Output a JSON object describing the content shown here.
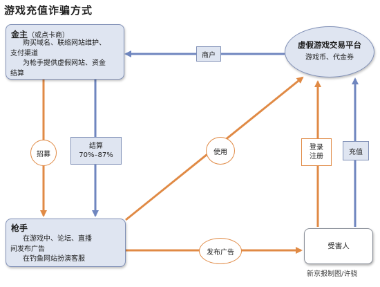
{
  "title": "游戏充值诈骗方式",
  "nodes": {
    "jinzhu": {
      "head": "金主",
      "head_note": "（或点卡商）",
      "lines": [
        "购买域名、联络网站维护、",
        "支付渠道",
        "为枪手提供虚假网站、资金",
        "结算"
      ]
    },
    "platform": {
      "head": "虚假游戏交易平台",
      "sub": "游戏币、代金券"
    },
    "qiangshou": {
      "head": "枪手",
      "lines": [
        "在游戏中、论坛、直播",
        "间发布广告",
        "在钓鱼网站扮演客服"
      ]
    },
    "victim": {
      "label": "受害人"
    }
  },
  "edges": {
    "shanghu": "商户",
    "zhaomu": "招募",
    "jiesuan": [
      "结算",
      "70%–87%"
    ],
    "shiyong": "使用",
    "denglu": [
      "登录",
      "注册"
    ],
    "chongzhi": "充值",
    "fabu": "发布广告"
  },
  "credit": "新京报制图/许骁",
  "colors": {
    "blue_arrow": "#6f86bf",
    "orange_arrow": "#e08a45",
    "node_fill": "#dfe5f1"
  }
}
